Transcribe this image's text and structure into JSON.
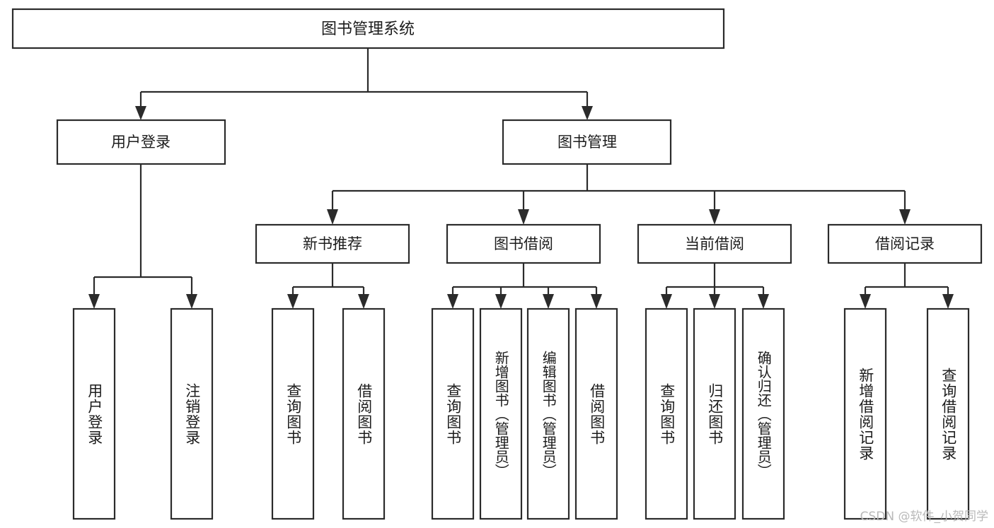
{
  "diagram": {
    "title": "图书管理系统",
    "type": "tree-hierarchy-flowchart",
    "root": {
      "id": "root",
      "label": "图书管理系统"
    },
    "level2": [
      {
        "id": "user-login",
        "label": "用户登录"
      },
      {
        "id": "book-manage",
        "label": "图书管理"
      }
    ],
    "level3": [
      {
        "id": "new-book-rec",
        "label": "新书推荐"
      },
      {
        "id": "book-borrow",
        "label": "图书借阅"
      },
      {
        "id": "current-borrow",
        "label": "当前借阅"
      },
      {
        "id": "borrow-record",
        "label": "借阅记录"
      }
    ],
    "leaves": {
      "user_login": [
        {
          "id": "leaf-user-login",
          "label": "用户登录"
        },
        {
          "id": "leaf-logout-login",
          "label": "注销登录"
        }
      ],
      "new_book_rec": [
        {
          "id": "leaf-query-book-1",
          "label": "查询图书"
        },
        {
          "id": "leaf-borrow-book-1",
          "label": "借阅图书"
        }
      ],
      "book_borrow": [
        {
          "id": "leaf-query-book-2",
          "label": "查询图书"
        },
        {
          "id": "leaf-add-book",
          "label": "新增图书（管理员）"
        },
        {
          "id": "leaf-edit-book",
          "label": "编辑图书（管理员）"
        },
        {
          "id": "leaf-borrow-book-2",
          "label": "借阅图书"
        }
      ],
      "current_borrow": [
        {
          "id": "leaf-query-book-3",
          "label": "查询图书"
        },
        {
          "id": "leaf-return-book",
          "label": "归还图书"
        },
        {
          "id": "leaf-confirm-return",
          "label": "确认归还（管理员）"
        }
      ],
      "borrow_record": [
        {
          "id": "leaf-add-record",
          "label": "新增借阅记录"
        },
        {
          "id": "leaf-query-record",
          "label": "查询借阅记录"
        }
      ]
    },
    "colors": {
      "box_border": "#2b2b2b",
      "box_fill": "#ffffff",
      "connector": "#2b2b2b",
      "text": "#1c1c1c",
      "background": "#ffffff",
      "watermark": "#b9b9b9"
    }
  },
  "watermark": {
    "text": "CSDN @软件_小贺同学"
  }
}
